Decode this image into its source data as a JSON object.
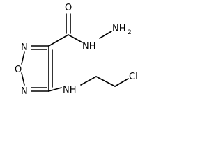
{
  "molecule": {
    "atoms": {
      "carbonyl_oxygen": "O",
      "hydrazide_nh": "NH",
      "hydrazide_nh2": "NH",
      "hydrazide_nh2_subscript": "2",
      "ring_n_upper": "N",
      "ring_o": "O",
      "ring_n_lower": "N",
      "amine_nh": "NH",
      "chlorine": "Cl"
    }
  }
}
